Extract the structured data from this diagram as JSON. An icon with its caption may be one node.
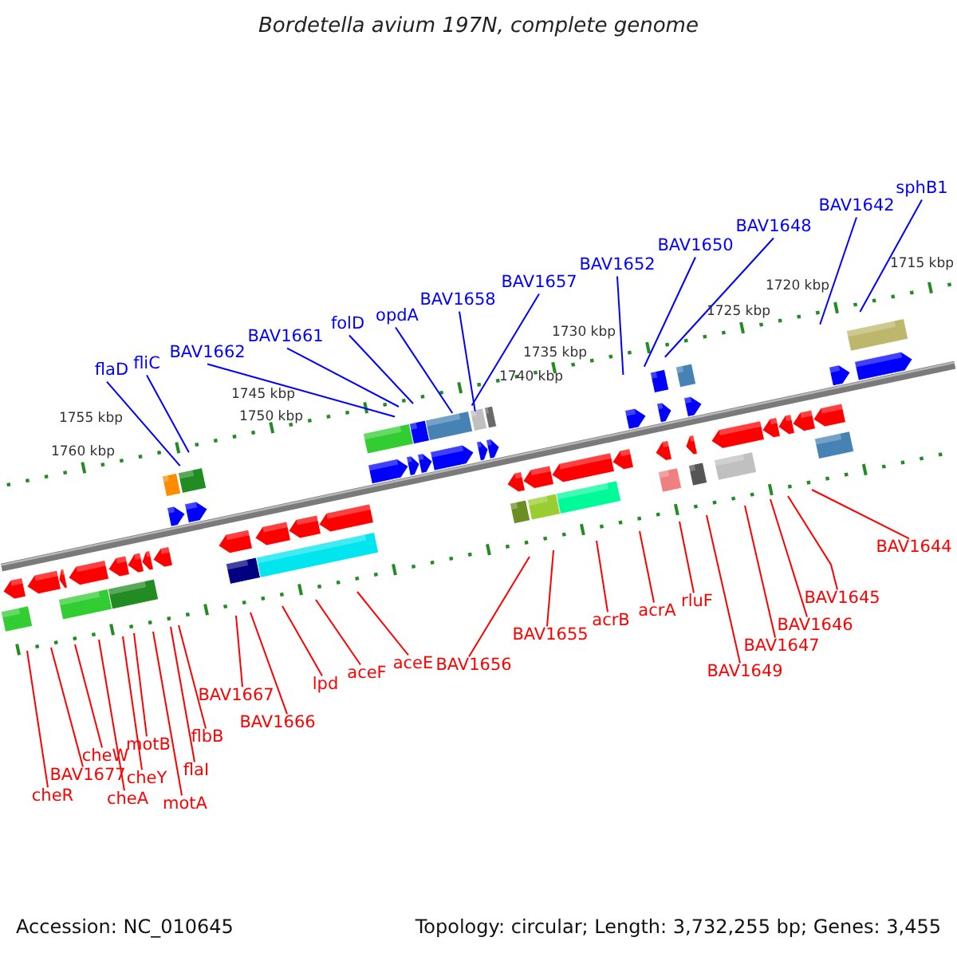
{
  "diagram": {
    "title": "Bordetella avium 197N, complete genome",
    "nodes": [
      {
        "text": [
          "flaD"
        ]
      },
      {
        "text": [
          "fliC"
        ]
      },
      {
        "text": [
          "BAV1662"
        ]
      },
      {
        "text": [
          "BAV1661"
        ]
      },
      {
        "text": [
          "folD"
        ]
      },
      {
        "text": [
          "opdA"
        ]
      },
      {
        "text": [
          "BAV1658"
        ]
      },
      {
        "text": [
          "BAV1657"
        ]
      },
      {
        "text": [
          "BAV1652"
        ]
      },
      {
        "text": [
          "BAV1650"
        ]
      },
      {
        "text": [
          "BAV1648"
        ]
      },
      {
        "text": [
          "BAV1642"
        ]
      },
      {
        "text": [
          "sphB1"
        ]
      },
      {
        "text": [
          "cheR"
        ]
      },
      {
        "text": [
          "BAV1677"
        ]
      },
      {
        "text": [
          "cheW"
        ]
      },
      {
        "text": [
          "cheA"
        ]
      },
      {
        "text": [
          "cheY"
        ]
      },
      {
        "text": [
          "motB"
        ]
      },
      {
        "text": [
          "motA"
        ]
      },
      {
        "text": [
          "flaI"
        ]
      },
      {
        "text": [
          "flbB"
        ]
      },
      {
        "text": [
          "BAV1667"
        ]
      },
      {
        "text": [
          "BAV1666"
        ]
      },
      {
        "text": [
          "lpd"
        ]
      },
      {
        "text": [
          "aceF"
        ]
      },
      {
        "text": [
          "aceE"
        ]
      },
      {
        "text": [
          "BAV1656"
        ]
      },
      {
        "text": [
          "BAV1655"
        ]
      },
      {
        "text": [
          "acrB"
        ]
      },
      {
        "text": [
          "acrA"
        ]
      },
      {
        "text": [
          "rluF"
        ]
      },
      {
        "text": [
          "BAV1649"
        ]
      },
      {
        "text": [
          "BAV1647"
        ]
      },
      {
        "text": [
          "BAV1646"
        ]
      },
      {
        "text": [
          "BAV1645"
        ]
      },
      {
        "text": [
          "BAV1644"
        ]
      }
    ],
    "edges": [
      {
        "from": 0,
        "to": null,
        "arrow": "none",
        "color": "#0000ff"
      },
      {
        "from": 1,
        "to": null,
        "arrow": "none",
        "color": "#0000ff"
      },
      {
        "from": 2,
        "to": null,
        "arrow": "none",
        "color": "#0000ff"
      },
      {
        "from": 3,
        "to": null,
        "arrow": "none",
        "color": "#0000ff"
      },
      {
        "from": 4,
        "to": null,
        "arrow": "none",
        "color": "#0000ff"
      },
      {
        "from": 5,
        "to": null,
        "arrow": "none",
        "color": "#0000ff"
      },
      {
        "from": 6,
        "to": null,
        "arrow": "none",
        "color": "#0000ff"
      },
      {
        "from": 7,
        "to": null,
        "arrow": "none",
        "color": "#0000ff"
      },
      {
        "from": 8,
        "to": null,
        "arrow": "none",
        "color": "#0000ff"
      },
      {
        "from": 9,
        "to": null,
        "arrow": "none",
        "color": "#0000ff"
      },
      {
        "from": 10,
        "to": null,
        "arrow": "none",
        "color": "#0000ff"
      },
      {
        "from": 11,
        "to": null,
        "arrow": "none",
        "color": "#0000ff"
      },
      {
        "from": 12,
        "to": null,
        "arrow": "none",
        "color": "#0000ff"
      },
      {
        "from": 13,
        "to": null,
        "arrow": "none"
      },
      {
        "from": 14,
        "to": null,
        "arrow": "none"
      },
      {
        "from": 15,
        "to": null,
        "arrow": "none"
      },
      {
        "from": 16,
        "to": null,
        "arrow": "none"
      },
      {
        "from": 17,
        "to": null,
        "arrow": "none"
      },
      {
        "from": 18,
        "to": null,
        "arrow": "none"
      },
      {
        "from": 19,
        "to": null,
        "arrow": "none"
      },
      {
        "from": 20,
        "to": null,
        "arrow": "none"
      },
      {
        "from": 21,
        "to": null,
        "arrow": "none"
      },
      {
        "from": 22,
        "to": null,
        "arrow": "none"
      },
      {
        "from": 23,
        "to": null,
        "arrow": "none"
      },
      {
        "from": 24,
        "to": null,
        "arrow": "none"
      },
      {
        "from": 25,
        "to": null,
        "arrow": "none"
      },
      {
        "from": 26,
        "to": null,
        "arrow": "none"
      },
      {
        "from": 27,
        "to": null,
        "arrow": "none"
      },
      {
        "from": 28,
        "to": null,
        "arrow": "none"
      },
      {
        "from": 29,
        "to": null,
        "arrow": "none"
      },
      {
        "from": 30,
        "to": null,
        "arrow": "none"
      },
      {
        "from": 31,
        "to": null,
        "arrow": "none"
      },
      {
        "from": 32,
        "to": null,
        "arrow": "none"
      },
      {
        "from": 33,
        "to": null,
        "arrow": "none"
      },
      {
        "from": 34,
        "to": null,
        "arrow": "none"
      },
      {
        "from": 35,
        "to": null,
        "arrow": "none"
      },
      {
        "from": 36,
        "to": null,
        "arrow": "none"
      }
    ],
    "labels": [
      "1760 kbp",
      "1755 kbp",
      "1750 kbp",
      "1745 kbp",
      "1740 kbp",
      "1735 kbp",
      "1730 kbp",
      "1725 kbp",
      "1720 kbp",
      "1715 kbp",
      "Accession: NC_010645",
      "Topology: circular; Length: 3,732,255 bp; Genes: 3,455"
    ]
  }
}
